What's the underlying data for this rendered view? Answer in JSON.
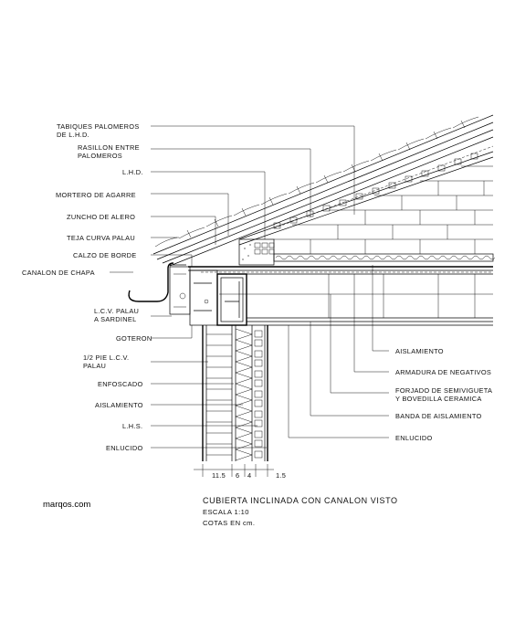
{
  "labels_left": [
    {
      "id": "tabiques",
      "lines": [
        "TABIQUES PALOMEROS",
        "DE L.H.D."
      ]
    },
    {
      "id": "rasillon",
      "lines": [
        "RASILLON ENTRE",
        "PALOMEROS"
      ]
    },
    {
      "id": "lhd",
      "lines": [
        "L.H.D."
      ]
    },
    {
      "id": "mortero",
      "lines": [
        "MORTERO DE AGARRE"
      ]
    },
    {
      "id": "zuncho",
      "lines": [
        "ZUNCHO DE ALERO"
      ]
    },
    {
      "id": "teja",
      "lines": [
        "TEJA CURVA PALAU"
      ]
    },
    {
      "id": "calzo",
      "lines": [
        "CALZO DE BORDE"
      ]
    },
    {
      "id": "canalon",
      "lines": [
        "CANALON DE CHAPA"
      ]
    },
    {
      "id": "lcv-sardinel",
      "lines": [
        "L.C.V. PALAU",
        "A SARDINEL"
      ]
    },
    {
      "id": "goteron",
      "lines": [
        "GOTERON"
      ]
    },
    {
      "id": "medio-pie",
      "lines": [
        "1/2 PIE L.C.V.",
        "PALAU"
      ]
    },
    {
      "id": "enfoscado",
      "lines": [
        "ENFOSCADO"
      ]
    },
    {
      "id": "aislamiento-left",
      "lines": [
        "AISLAMIENTO"
      ]
    },
    {
      "id": "lhs",
      "lines": [
        "L.H.S."
      ]
    },
    {
      "id": "enlucido-left",
      "lines": [
        "ENLUCIDO"
      ]
    }
  ],
  "labels_right": [
    {
      "id": "aislamiento-right",
      "lines": [
        "AISLAMIENTO"
      ]
    },
    {
      "id": "armadura",
      "lines": [
        "ARMADURA DE NEGATIVOS"
      ]
    },
    {
      "id": "forjado",
      "lines": [
        "FORJADO DE SEMIVIGUETA",
        "Y BOVEDILLA CERAMICA"
      ]
    },
    {
      "id": "banda",
      "lines": [
        "BANDA DE AISLAMIENTO"
      ]
    },
    {
      "id": "enlucido-right",
      "lines": [
        "ENLUCIDO"
      ]
    }
  ],
  "dimensions": [
    "11.5",
    "6",
    "4",
    "1.5"
  ],
  "title": "CUBIERTA INCLINADA CON CANALON VISTO",
  "scale": "ESCALA 1:10",
  "units": "COTAS EN cm.",
  "brand": "marqos.com"
}
